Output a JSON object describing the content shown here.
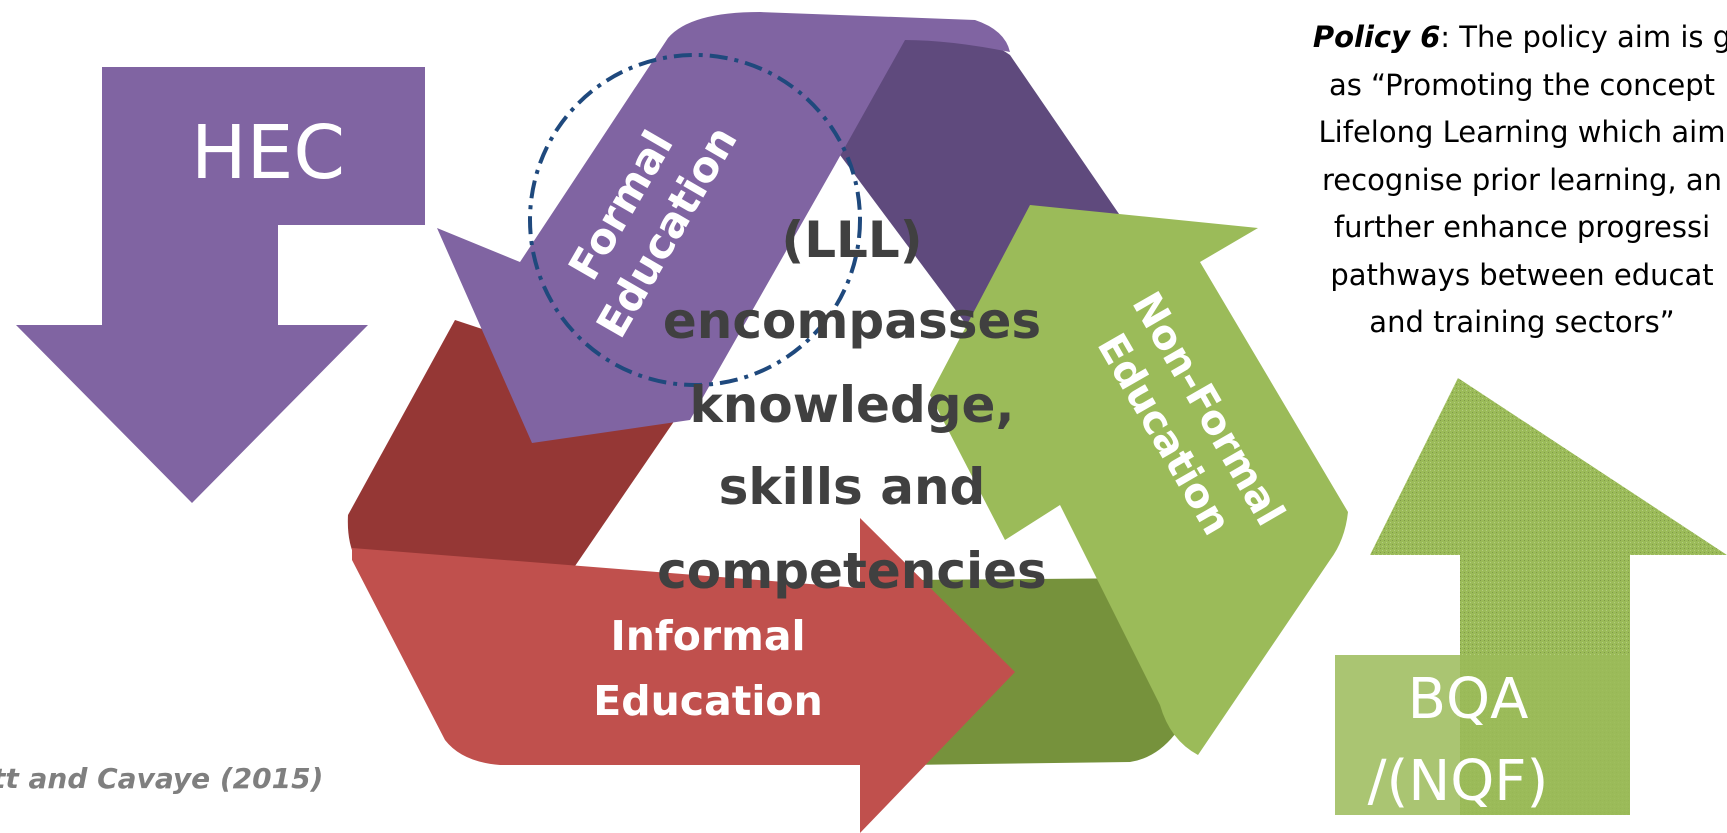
{
  "diagram": {
    "hec_label": "HEC",
    "bqa_label_line1": "BQA",
    "bqa_label_line2": "/(NQF)",
    "formal_line1": "Formal",
    "formal_line2": "Education",
    "nonformal_line1": "Non-Formal",
    "nonformal_line2": "Education",
    "informal_line1": "Informal",
    "informal_line2": "Education",
    "center_lines": [
      "(LLL)",
      "encompasses",
      "knowledge,",
      "skills and",
      "competencies"
    ]
  },
  "policy": {
    "title": "Policy 6",
    "lines": [
      ": The policy aim is g",
      "as “Promoting the concept",
      "Lifelong Learning which aim",
      "recognise prior learning, an",
      "further enhance progressi",
      "pathways between educat",
      "and training sectors”"
    ]
  },
  "citation": "tt and Cavaye (2015)",
  "colors": {
    "purple": "#8064a2",
    "purple_dark": "#5f4a7d",
    "red": "#c0504d",
    "red_dark": "#953735",
    "green": "#9bbb59",
    "green_dark": "#76923c",
    "center_text": "#404040",
    "circle": "#1f497d"
  }
}
